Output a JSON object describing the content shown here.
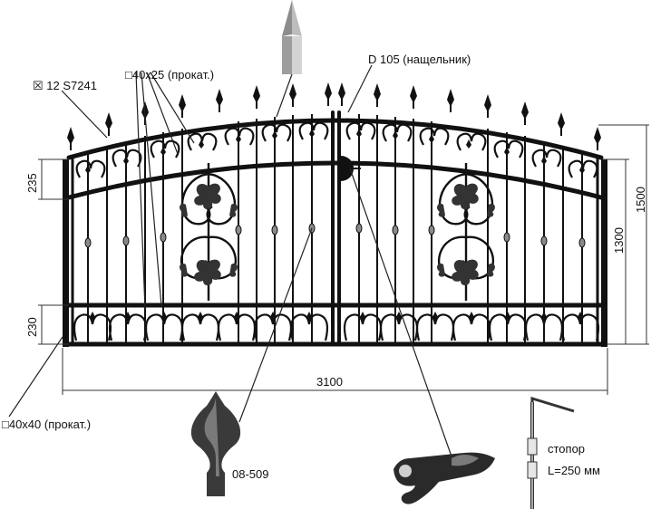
{
  "labels": {
    "square_bar": "☒ 12 S7241",
    "profile_40x25": "□40x25 (прокат.)",
    "striker": "D 105 (нащельник)",
    "profile_40x40": "□40x40 (прокат.)",
    "finial_code": "08-509",
    "stopper_line1": "стопор",
    "stopper_line2": "L=250 мм"
  },
  "dimensions": {
    "top_section_height": "235",
    "bottom_section_height": "230",
    "total_width": "3100",
    "gate_height": "1300",
    "total_height": "1500"
  },
  "colors": {
    "metal": "#111111",
    "accent_gray": "#9a9a9a",
    "line": "#222222"
  }
}
